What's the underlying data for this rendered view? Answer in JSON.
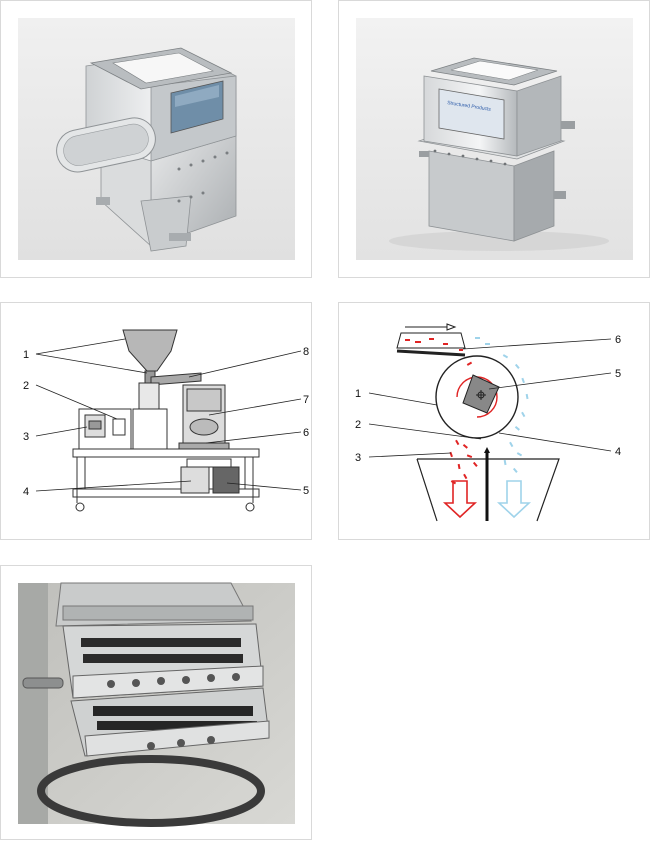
{
  "diagram_left": {
    "labels": [
      "1",
      "2",
      "3",
      "4",
      "5",
      "6",
      "7",
      "8"
    ]
  },
  "diagram_right": {
    "labels": [
      "1",
      "2",
      "3",
      "4",
      "5",
      "6"
    ]
  },
  "photo_right": {
    "nameplate_text": "Structured Products"
  },
  "colors": {
    "card_border": "#d9d9d9",
    "photo_bg": "#e6e6e6",
    "diagram_line": "#222222",
    "particle_red": "#e02424",
    "particle_blue": "#9fd3ea"
  }
}
